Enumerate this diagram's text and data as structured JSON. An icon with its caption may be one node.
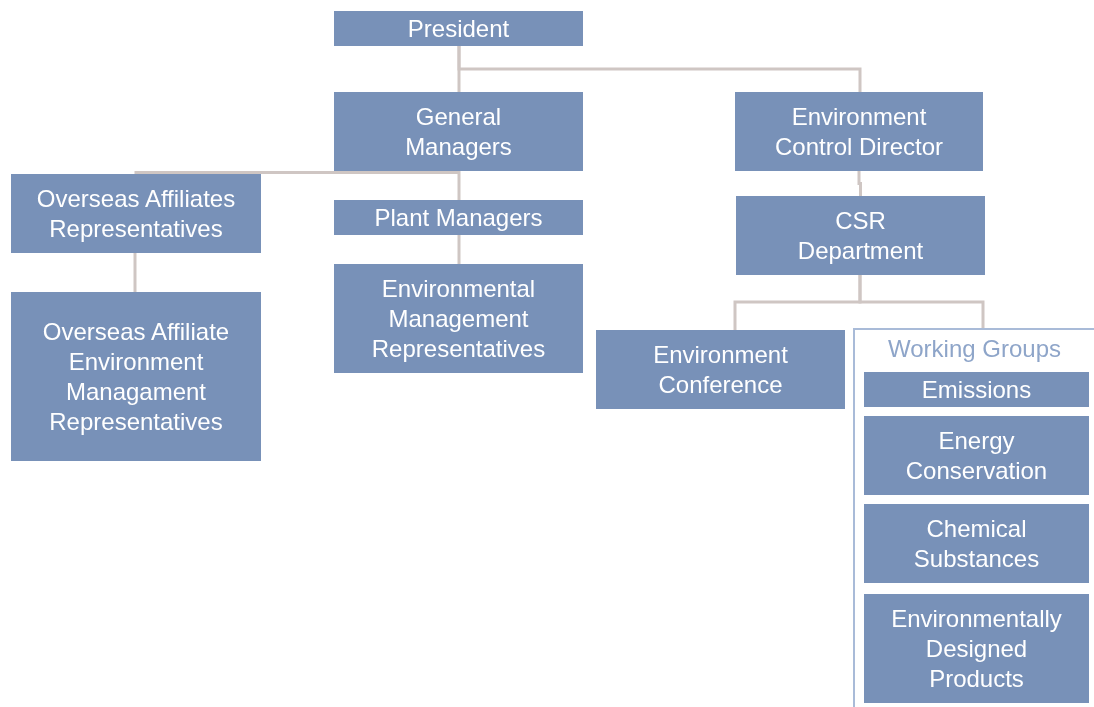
{
  "diagram": {
    "nodes": [
      {
        "text": [
          "President"
        ]
      },
      {
        "text": [
          "General Managers"
        ]
      },
      {
        "text": [
          "Environment Control Director"
        ]
      },
      {
        "text": [
          "Overseas Affiliates Representatives"
        ]
      },
      {
        "text": [
          "Plant Managers"
        ]
      },
      {
        "text": [
          "Overseas Affiliate Environment Managament Representatives"
        ]
      },
      {
        "text": [
          "Environmental Management Representatives"
        ]
      },
      {
        "text": [
          "CSR Department"
        ]
      },
      {
        "text": [
          "Environment Conference"
        ]
      },
      {
        "text": [
          "Working Groups"
        ]
      },
      {
        "text": [
          "Emissions"
        ],
        "in": 9
      },
      {
        "text": [
          "Energy Conservation"
        ],
        "in": 9
      },
      {
        "text": [
          "Chemical Substances"
        ],
        "in": 9
      },
      {
        "text": [
          "Environmentally Designed Products"
        ],
        "in": 9
      }
    ],
    "edges": [
      {
        "from": 0,
        "to": 1,
        "arrow": "none"
      },
      {
        "from": 0,
        "to": 2,
        "arrow": "none"
      },
      {
        "from": 1,
        "to": 3,
        "arrow": "none"
      },
      {
        "from": 1,
        "to": 4,
        "arrow": "none"
      },
      {
        "from": 4,
        "to": 6,
        "arrow": "none"
      },
      {
        "from": 3,
        "to": 5,
        "arrow": "none"
      },
      {
        "from": 2,
        "to": 7,
        "arrow": "none"
      },
      {
        "from": 7,
        "to": 8,
        "arrow": "none"
      },
      {
        "from": 7,
        "to": 9,
        "arrow": "none"
      }
    ]
  }
}
